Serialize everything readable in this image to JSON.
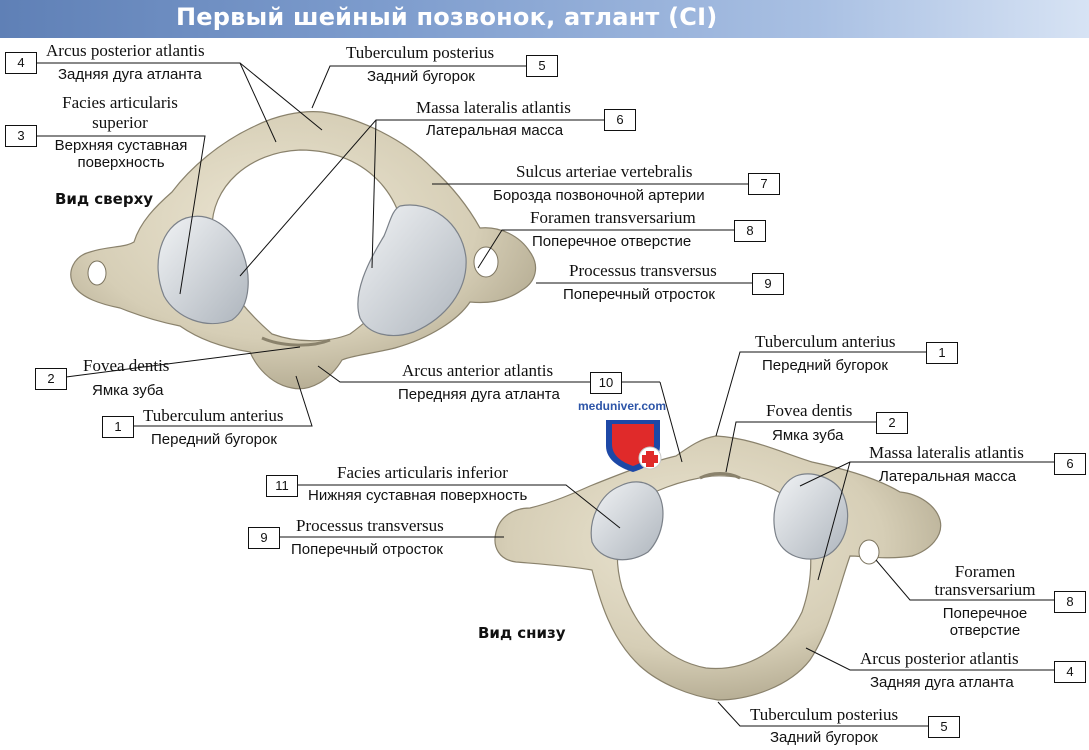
{
  "title": "Первый шейный позвонок, атлант (CI)",
  "views": {
    "top": "Вид сверху",
    "bottom": "Вид снизу"
  },
  "watermark": "meduniver.com",
  "colors": {
    "header": "#6d8fc6",
    "bone": "#d9d2bc",
    "bone_shade": "#a89f86",
    "cartilage": "#d4d8dd"
  },
  "labels": [
    {
      "id": "l4a",
      "num": "4",
      "latin": "Arcus posterior atlantis",
      "russian": "Задняя дуга атланта"
    },
    {
      "id": "l5a",
      "num": "5",
      "latin": "Tuberculum posterius",
      "russian": "Задний бугорок"
    },
    {
      "id": "l3",
      "num": "3",
      "latin_1": "Facies articularis",
      "latin_2": "superior",
      "russian_1": "Верхняя суставная",
      "russian_2": "поверхность"
    },
    {
      "id": "l6a",
      "num": "6",
      "latin": "Massa lateralis atlantis",
      "russian": "Латеральная масса"
    },
    {
      "id": "l7",
      "num": "7",
      "latin": "Sulcus arteriae vertebralis",
      "russian": "Борозда позвоночной артерии"
    },
    {
      "id": "l8a",
      "num": "8",
      "latin": "Foramen transversarium",
      "russian": "Поперечное отверстие"
    },
    {
      "id": "l9a",
      "num": "9",
      "latin": "Processus transversus",
      "russian": "Поперечный отросток"
    },
    {
      "id": "l2a",
      "num": "2",
      "latin": "Fovea dentis",
      "russian": "Ямка зуба"
    },
    {
      "id": "l10",
      "num": "10",
      "latin": "Arcus anterior atlantis",
      "russian": "Передняя дуга атланта"
    },
    {
      "id": "l1a",
      "num": "1",
      "latin": "Tuberculum anterius",
      "russian": "Передний бугорок"
    },
    {
      "id": "l1b",
      "num": "1",
      "latin": "Tuberculum anterius",
      "russian": "Передний бугорок"
    },
    {
      "id": "l2b",
      "num": "2",
      "latin": "Fovea dentis",
      "russian": "Ямка зуба"
    },
    {
      "id": "l11",
      "num": "11",
      "latin": "Facies articularis inferior",
      "russian": "Нижняя суставная поверхность"
    },
    {
      "id": "l6b",
      "num": "6",
      "latin": "Massa lateralis atlantis",
      "russian": "Латеральная масса"
    },
    {
      "id": "l9b",
      "num": "9",
      "latin": "Processus transversus",
      "russian": "Поперечный отросток"
    },
    {
      "id": "l8b",
      "num": "8",
      "latin_1": "Foramen",
      "latin_2": "transversarium",
      "russian_1": "Поперечное",
      "russian_2": "отверстие"
    },
    {
      "id": "l4b",
      "num": "4",
      "latin": "Arcus posterior atlantis",
      "russian": "Задняя дуга атланта"
    },
    {
      "id": "l5b",
      "num": "5",
      "latin": "Tuberculum posterius",
      "russian": "Задний бугорок"
    }
  ]
}
